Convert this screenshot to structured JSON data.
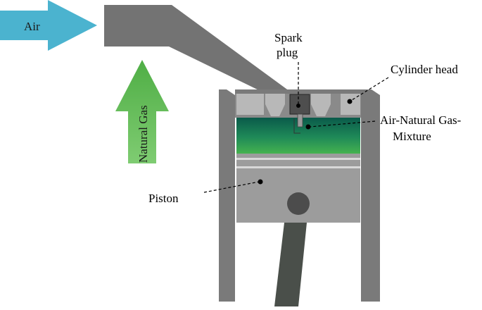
{
  "labels": {
    "air": "Air",
    "natural_gas": "Natural Gas",
    "spark_plug_line1": "Spark",
    "spark_plug_line2": "plug",
    "cylinder_head": "Cylinder head",
    "mixture_line1": "Air-Natural Gas-",
    "mixture_line2": "Mixture",
    "piston": "Piston"
  },
  "colors": {
    "air_arrow": "#4bb3cf",
    "gas_arrow": "#5cb85c",
    "cylinder_wall": "#7a7a7a",
    "intake_duct": "#737373",
    "head_block": "#b5b5b5",
    "mixture_top": "#0a5a4a",
    "mixture_bottom": "#3fae4f",
    "piston": "#9c9c9c",
    "connecting_rod": "#4a4f4a"
  }
}
